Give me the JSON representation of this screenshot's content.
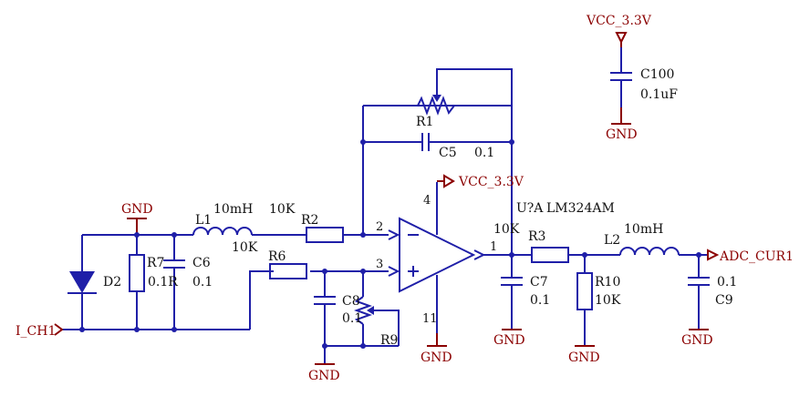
{
  "power": {
    "vcc_top": "VCC_3.3V",
    "vcc_opamp": "VCC_3.3V",
    "gnd": "GND"
  },
  "components": {
    "c100": {
      "ref": "C100",
      "value": "0.1uF"
    },
    "r1": {
      "ref": "R1"
    },
    "c5": {
      "ref": "C5",
      "value": "0.1"
    },
    "l1": {
      "ref": "L1",
      "value": "10mH"
    },
    "r2": {
      "ref": "R2",
      "value_top": "10K",
      "value_bottom": "10K"
    },
    "r6": {
      "ref": "R6"
    },
    "d2": {
      "ref": "D2"
    },
    "r7": {
      "ref": "R7",
      "value": "0.1R"
    },
    "c6": {
      "ref": "C6",
      "value": "0.1"
    },
    "c8": {
      "ref": "C8",
      "value": "0.1"
    },
    "r9": {
      "ref": "R9"
    },
    "opamp": {
      "ref": "U?A",
      "value": "LM324AM",
      "pin_vcc": "4",
      "pin_gnd": "11",
      "pin_inv": "2",
      "pin_noninv": "3",
      "pin_out": "1"
    },
    "r3": {
      "ref": "R3",
      "value": "10K"
    },
    "c7": {
      "ref": "C7",
      "value": "0.1"
    },
    "r10": {
      "ref": "R10",
      "value": "10K"
    },
    "l2": {
      "ref": "L2",
      "value": "10mH"
    },
    "c9": {
      "ref": "C9",
      "value": "0.1"
    }
  },
  "ports": {
    "input": "I_CH1",
    "output": "ADC_CUR1"
  }
}
